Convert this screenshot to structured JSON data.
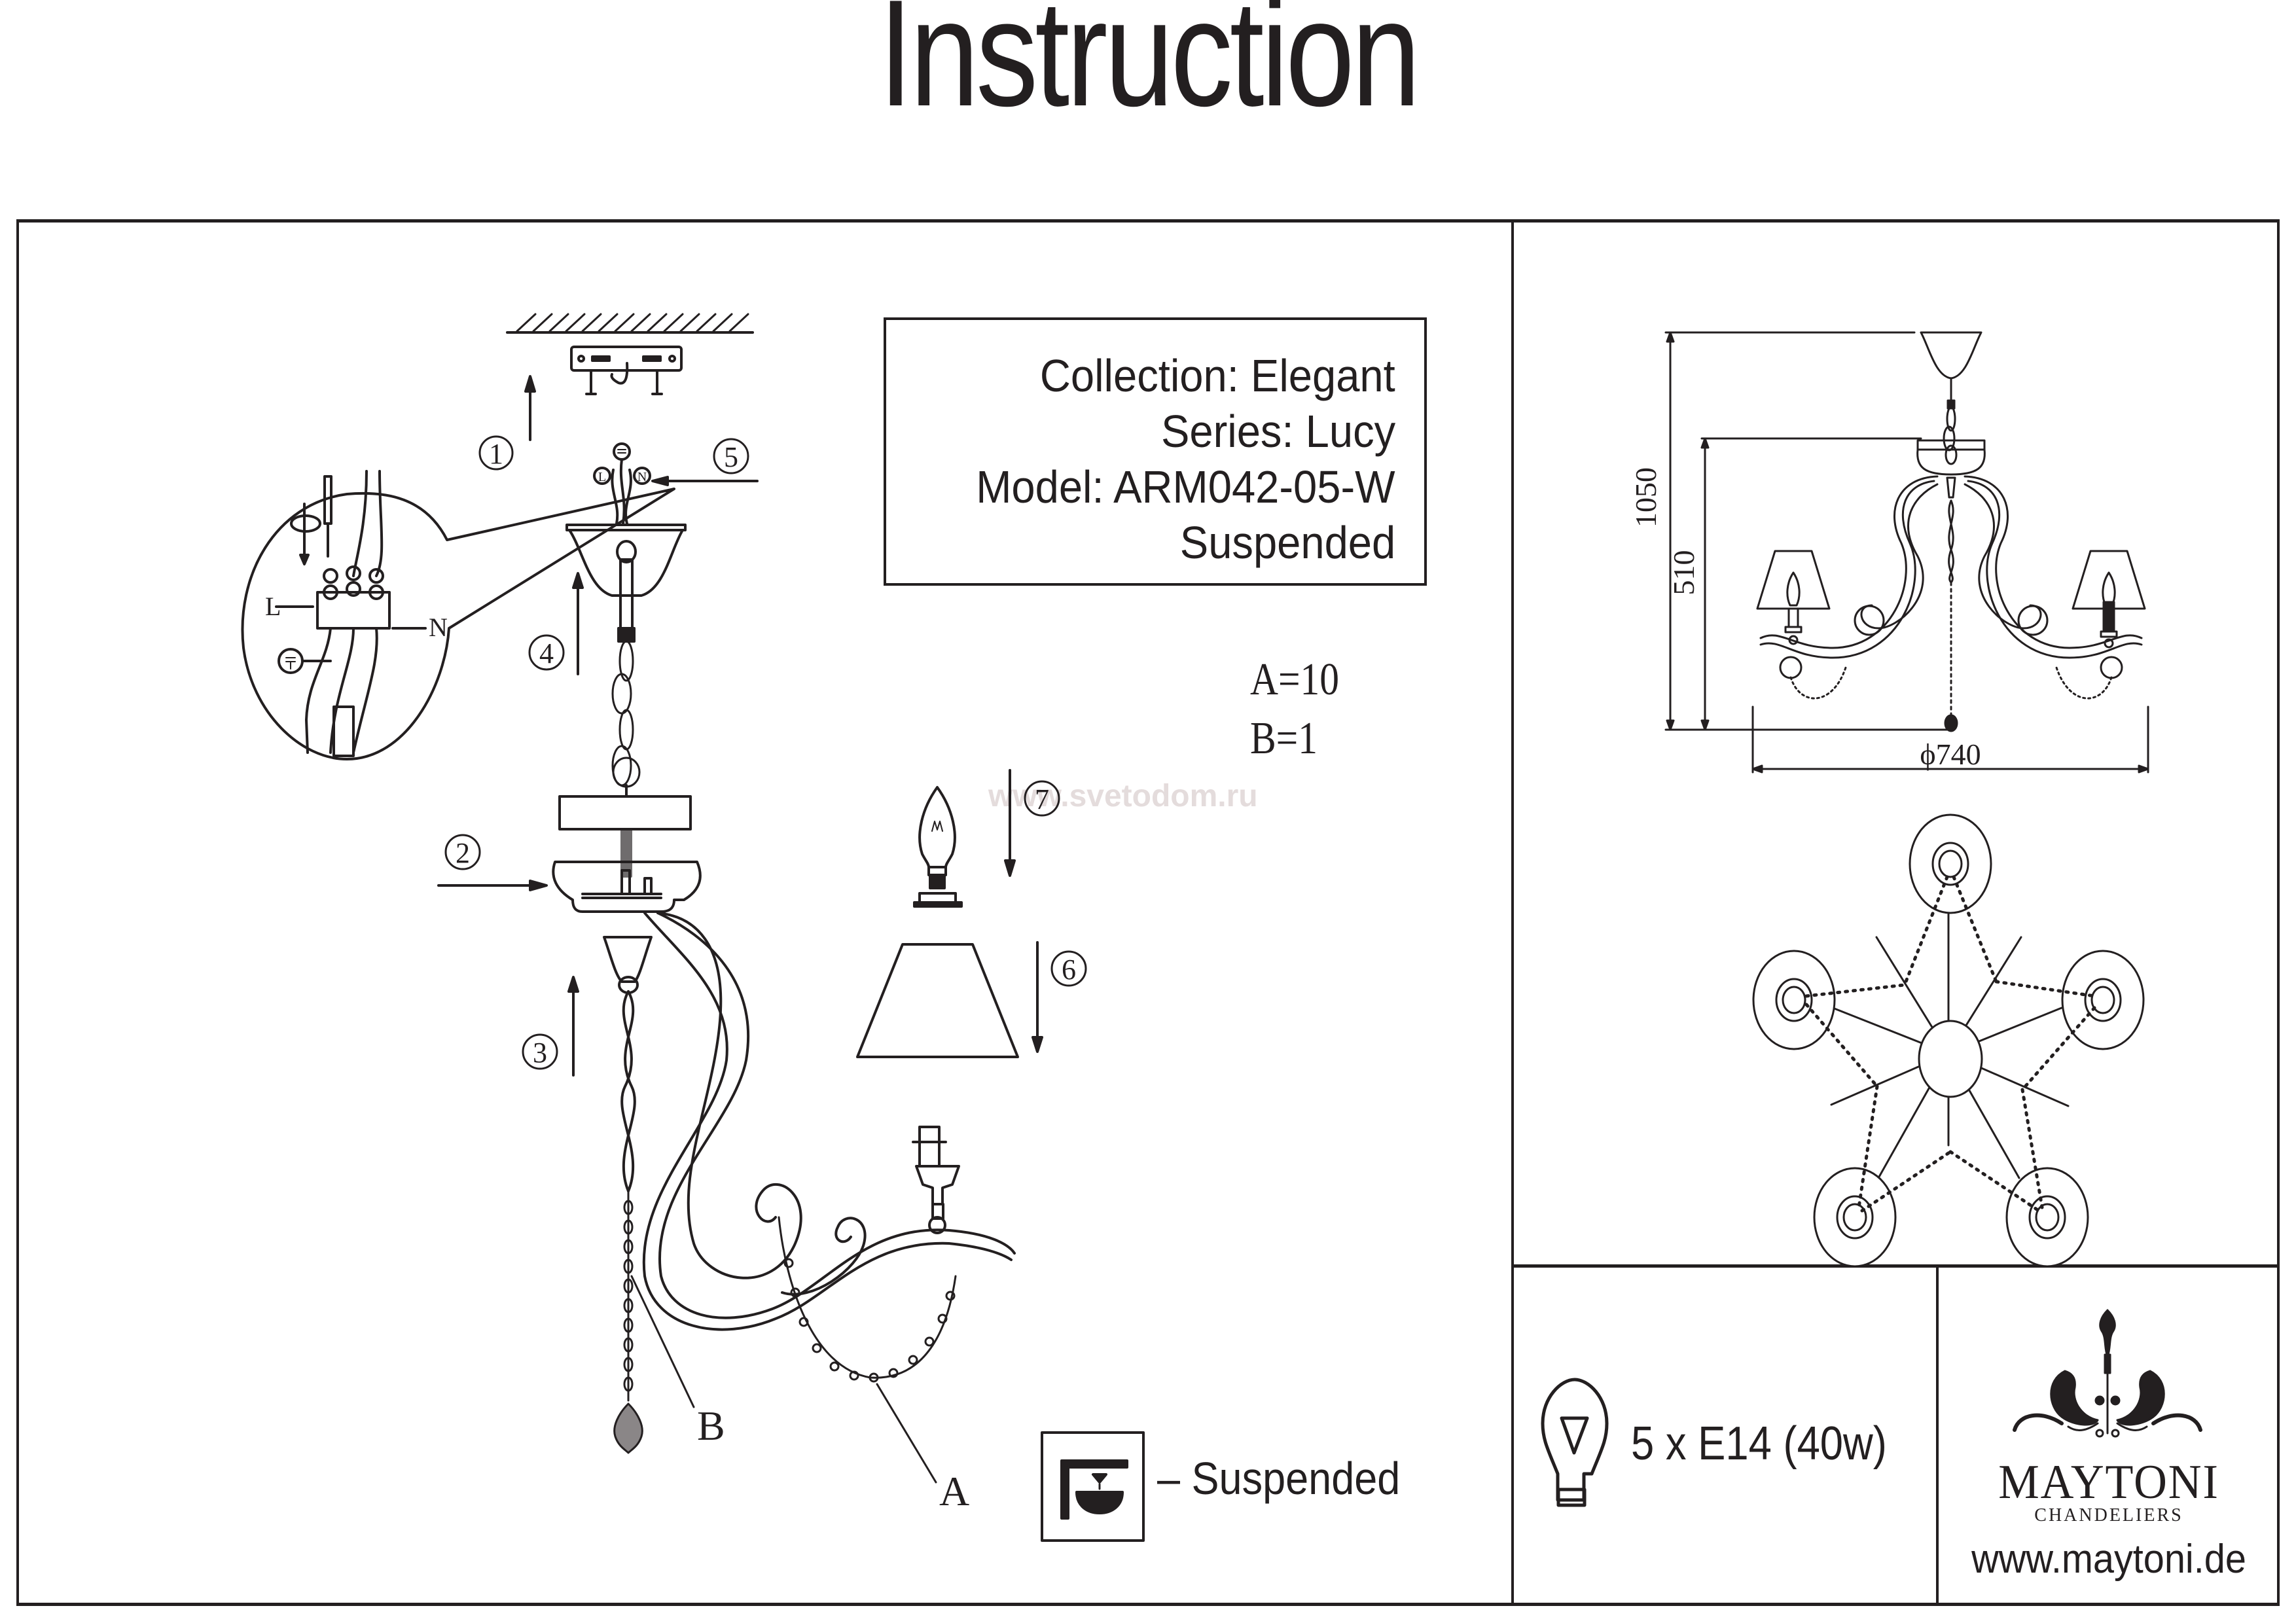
{
  "header": {
    "title": "Instruction"
  },
  "product_info": {
    "collection": "Collection: Elegant",
    "series": "Series: Lucy",
    "model": "Model: ARM042-05-W",
    "mount_type": "Suspended"
  },
  "assembly": {
    "steps": [
      "1",
      "2",
      "3",
      "4",
      "5",
      "6",
      "7"
    ],
    "wiring_labels": {
      "live": "L",
      "neutral": "N"
    },
    "part_labels": {
      "a": "A",
      "b": "B"
    },
    "quantities": {
      "a": "A=10",
      "b": "B=1"
    },
    "mount_legend": "– Suspended"
  },
  "dimensions": {
    "total_height": "1050",
    "body_height": "510",
    "diameter": "ϕ740"
  },
  "bulb": {
    "spec": "5 x E14 (40w)"
  },
  "brand": {
    "name": "MAYTONI",
    "subtitle": "CHANDELIERS",
    "url": "www.maytoni.de"
  },
  "watermark": "www.svetodom.ru",
  "colors": {
    "ink": "#231f20",
    "watermark": "#e4dcdc",
    "background": "#ffffff"
  }
}
